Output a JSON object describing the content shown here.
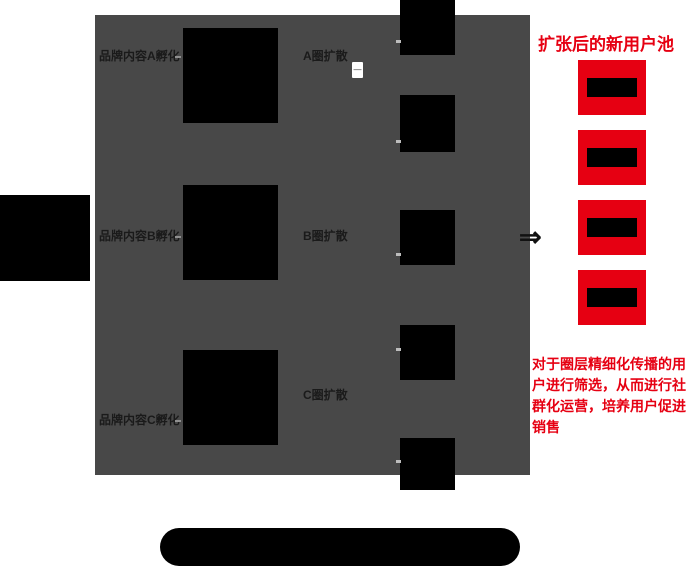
{
  "colors": {
    "panel_gray": "#484848",
    "box_black": "#000000",
    "accent_red": "#e60012",
    "label_text": "#1a1a1a",
    "background": "#ffffff"
  },
  "flow": {
    "rows": [
      {
        "incubation": "品牌内容A孵化",
        "diffusion": "A圈扩散"
      },
      {
        "incubation": "品牌内容B孵化",
        "diffusion": "B圈扩散"
      },
      {
        "incubation": "品牌内容C孵化",
        "diffusion": "C圈扩散"
      }
    ],
    "arrow_glyph": "⇒",
    "dash_glyph": "—"
  },
  "right_panel": {
    "title": "扩张后的新用户池",
    "description": "对于圈层精细化传播的用户进行筛选，从而进行社群化运营，培养用户促进销售",
    "user_pool_box_count": 4
  }
}
